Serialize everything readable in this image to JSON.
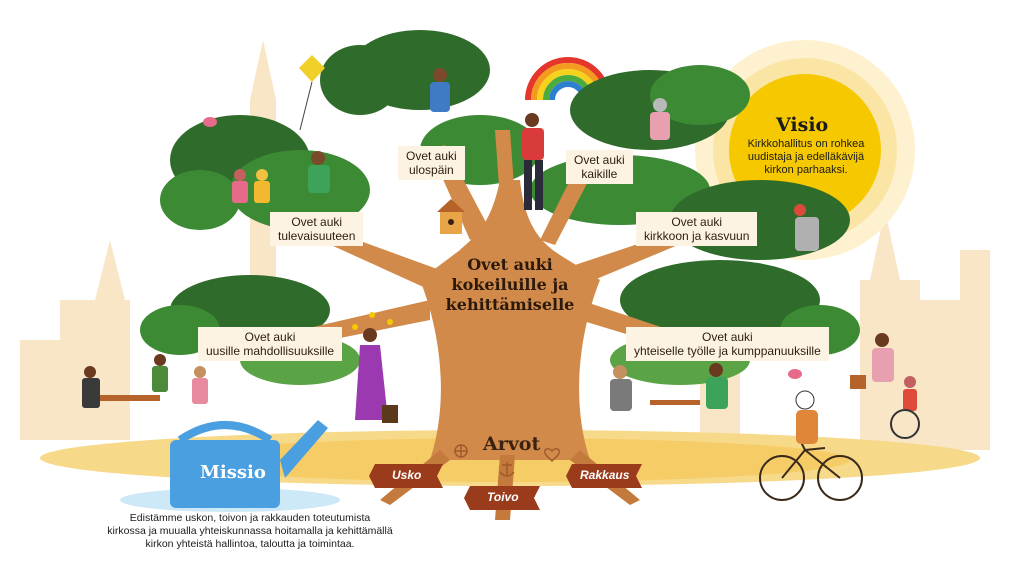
{
  "colors": {
    "foliage_dark": "#2f6b2a",
    "foliage_mid": "#3d8a34",
    "foliage_light": "#5aa445",
    "trunk": "#d28a4a",
    "trunk_dark": "#b06a30",
    "ground": "#f5d27a",
    "sun": "#f6c800",
    "sun_halo": "#fbe9b0",
    "city": "#f7e3c0",
    "watering_can": "#4a9fe0",
    "root_ribbon": "#9a3b1c",
    "label_bg": "#fdf3e3"
  },
  "branch_labels": [
    {
      "lines": [
        "Ovet auki",
        "ulospäin"
      ]
    },
    {
      "lines": [
        "Ovet auki",
        "kaikille"
      ]
    },
    {
      "lines": [
        "Ovet auki",
        "tulevaisuuteen"
      ]
    },
    {
      "lines": [
        "Ovet auki",
        "kirkkoon ja kasvuun"
      ]
    },
    {
      "lines": [
        "Ovet auki",
        "uusille mahdollisuuksille"
      ]
    },
    {
      "lines": [
        "Ovet auki",
        "yhteiselle työlle ja kumppanuuksille"
      ]
    }
  ],
  "trunk_title": [
    "Ovet auki",
    "kokeiluille ja",
    "kehittämiselle"
  ],
  "arvot": {
    "title": "Arvot",
    "values": [
      "Usko",
      "Toivo",
      "Rakkaus"
    ]
  },
  "visio": {
    "title": "Visio",
    "lines": [
      "Kirkkohallitus on rohkea",
      "uudistaja ja edelläkävijä",
      "kirkon parhaaksi."
    ]
  },
  "missio": {
    "title": "Missio",
    "lines": [
      "Edistämme uskon, toivon ja rakkauden toteutumista",
      "kirkossa ja muualla yhteiskunnassa hoitamalla ja kehittämällä",
      "kirkon yhteistä hallintoa, taloutta ja toimintaa."
    ]
  },
  "icons": [
    "rainbow-icon",
    "kite-icon",
    "sun-icon",
    "birdhouse-icon",
    "watering-can-icon",
    "bicycle-icon",
    "cross-icon",
    "anchor-icon",
    "heart-icon"
  ]
}
